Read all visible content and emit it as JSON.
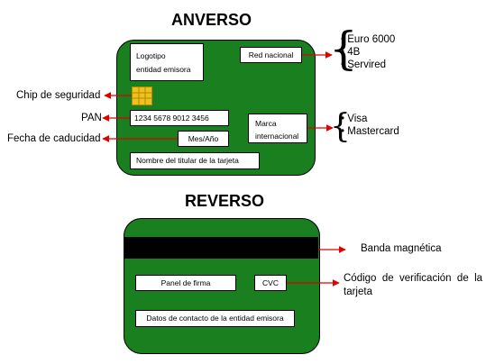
{
  "front": {
    "title": "ANVERSO",
    "logo_line1": "Logotipo",
    "logo_line2": "entidad emisora",
    "national_network": "Red nacional",
    "pan_value": "1234 5678 9012 3456",
    "expiry_value": "Mes/Año",
    "intl_brand_line1": "Marca",
    "intl_brand_line2": "internacional",
    "holder_name": "Nombre del titular de la tarjeta",
    "left_labels": {
      "chip": "Chip de seguridad",
      "pan": "PAN",
      "expiry": "Fecha de caducidad"
    },
    "national_networks": [
      "Euro 6000",
      "4B",
      "Servired"
    ],
    "intl_brands": [
      "Visa",
      "Mastercard"
    ]
  },
  "back": {
    "title": "REVERSO",
    "signature_panel": "Panel de firma",
    "cvc": "CVC",
    "issuer_contact": "Datos de contacto de la entidad emisora",
    "right_labels": {
      "magnetic_stripe": "Banda magnética",
      "cvc_line1": "Código  de  verificación  de  la",
      "cvc_line2": "tarjeta"
    }
  },
  "colors": {
    "card": "#1a7f1e",
    "arrow": "#e00000",
    "chip": "#f0c020"
  }
}
